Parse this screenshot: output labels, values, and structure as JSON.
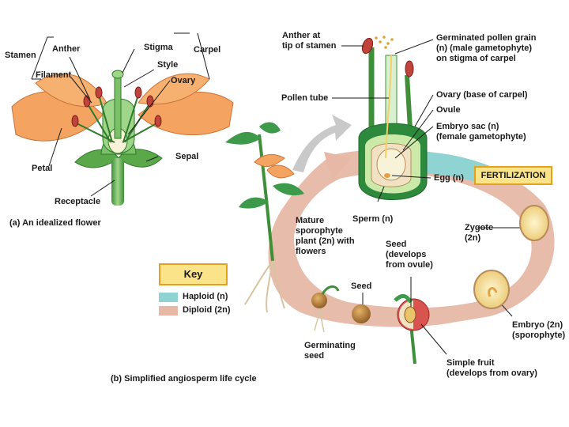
{
  "labels": {
    "stamen": "Stamen",
    "anther": "Anther",
    "filament": "Filament",
    "stigma": "Stigma",
    "carpel": "Carpel",
    "style": "Style",
    "ovary": "Ovary",
    "petal": "Petal",
    "sepal": "Sepal",
    "receptacle": "Receptacle",
    "anther_tip_1": "Anther at",
    "anther_tip_2": "tip of stamen",
    "germ_pollen_1": "Germinated pollen grain",
    "germ_pollen_2": "(n) (male gametophyte)",
    "germ_pollen_3": "on stigma of carpel",
    "pollen_tube": "Pollen tube",
    "ovary_base": "Ovary (base of carpel)",
    "ovule": "Ovule",
    "embryo_sac_1": "Embryo sac (n)",
    "embryo_sac_2": "(female gametophyte)",
    "egg": "Egg (n)",
    "sperm": "Sperm (n)",
    "fertilization": "FERTILIZATION",
    "zygote_1": "Zygote",
    "zygote_2": "(2n)",
    "mature_1": "Mature",
    "mature_2": "sporophyte",
    "mature_3": "plant (2n) with",
    "mature_4": "flowers",
    "seed_dev_1": "Seed",
    "seed_dev_2": "(develops",
    "seed_dev_3": "from ovule)",
    "seed": "Seed",
    "germinating_1": "Germinating",
    "germinating_2": "seed",
    "embryo_1": "Embryo (2n)",
    "embryo_2": "(sporophyte)",
    "fruit_1": "Simple fruit",
    "fruit_2": "(develops from ovary)"
  },
  "captions": {
    "a": "(a) An idealized flower",
    "b": "(b) Simplified angiosperm life cycle"
  },
  "key": {
    "title": "Key",
    "haploid": "Haploid (n)",
    "diploid": "Diploid (2n)"
  },
  "colors": {
    "haploid": "#8fd3d3",
    "diploid": "#e7b8a6",
    "petal": "#f4a460",
    "sepal": "#5aa84a",
    "key_fill": "#fbe38a",
    "key_border": "#e0a21f"
  }
}
